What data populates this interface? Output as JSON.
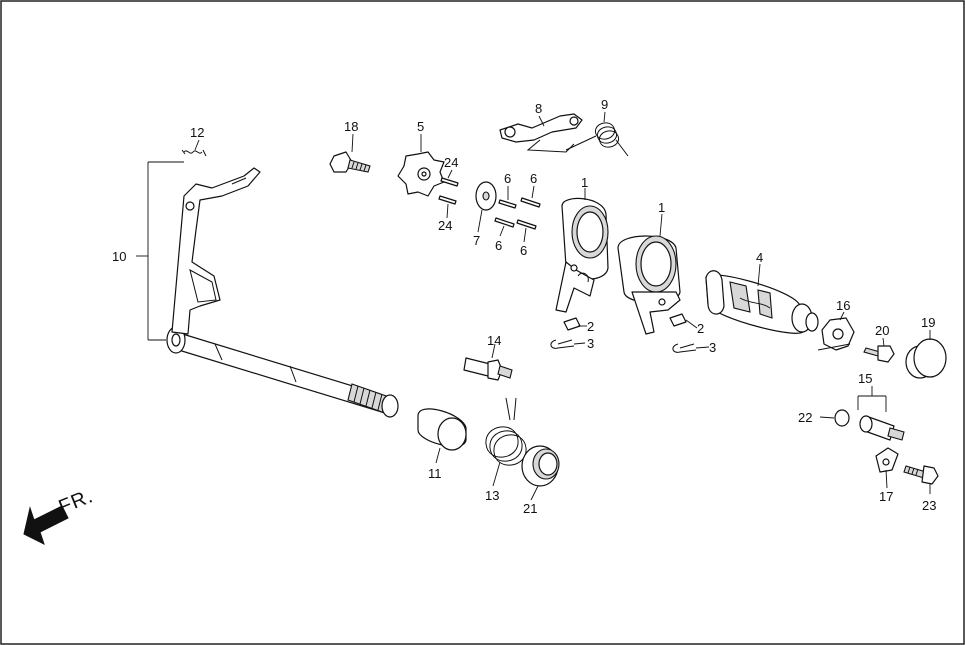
{
  "diagram": {
    "direction_label": "FR.",
    "callouts": [
      {
        "id": "c1a",
        "text": "1"
      },
      {
        "id": "c1b",
        "text": "1"
      },
      {
        "id": "c2a",
        "text": "2"
      },
      {
        "id": "c2b",
        "text": "2"
      },
      {
        "id": "c3a",
        "text": "3"
      },
      {
        "id": "c3b",
        "text": "3"
      },
      {
        "id": "c4",
        "text": "4"
      },
      {
        "id": "c5",
        "text": "5"
      },
      {
        "id": "c6a",
        "text": "6"
      },
      {
        "id": "c6b",
        "text": "6"
      },
      {
        "id": "c6c",
        "text": "6"
      },
      {
        "id": "c6d",
        "text": "6"
      },
      {
        "id": "c7",
        "text": "7"
      },
      {
        "id": "c8",
        "text": "8"
      },
      {
        "id": "c9",
        "text": "9"
      },
      {
        "id": "c10",
        "text": "10"
      },
      {
        "id": "c11",
        "text": "11"
      },
      {
        "id": "c12",
        "text": "12"
      },
      {
        "id": "c13",
        "text": "13"
      },
      {
        "id": "c14",
        "text": "14"
      },
      {
        "id": "c15",
        "text": "15"
      },
      {
        "id": "c16",
        "text": "16"
      },
      {
        "id": "c17",
        "text": "17"
      },
      {
        "id": "c18",
        "text": "18"
      },
      {
        "id": "c19",
        "text": "19"
      },
      {
        "id": "c20",
        "text": "20"
      },
      {
        "id": "c21",
        "text": "21"
      },
      {
        "id": "c22",
        "text": "22"
      },
      {
        "id": "c23",
        "text": "23"
      },
      {
        "id": "c24a",
        "text": "24"
      },
      {
        "id": "c24b",
        "text": "24"
      }
    ]
  }
}
